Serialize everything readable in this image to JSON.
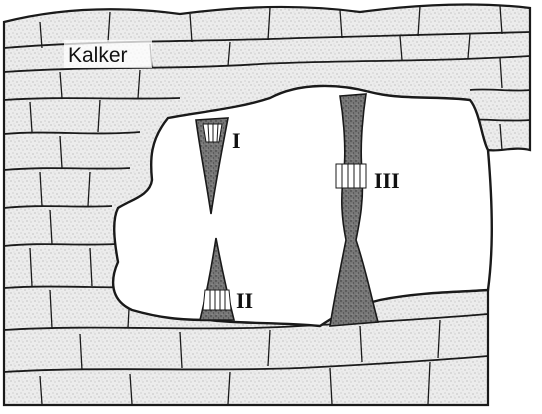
{
  "labels": {
    "rock": "Kalker",
    "stalactite": "I",
    "stalagmite": "II",
    "column": "III"
  },
  "colors": {
    "rock_fill": "#e9e9e9",
    "line": "#1a1a1a",
    "cave": "#ffffff",
    "formation_fill": "#6d6d6d"
  }
}
